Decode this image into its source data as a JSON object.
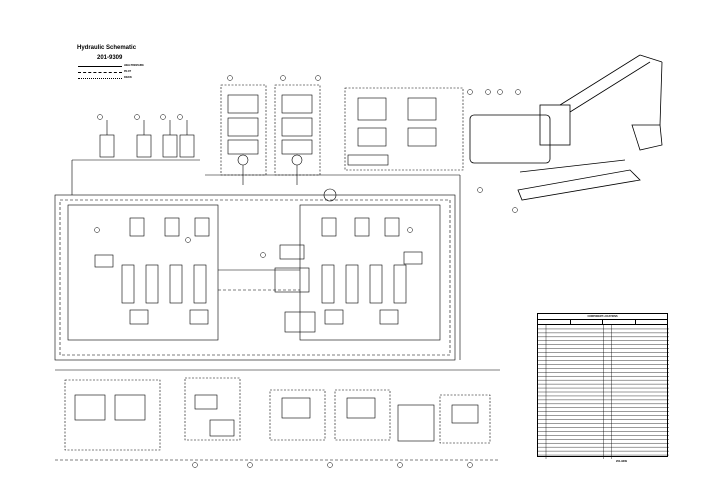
{
  "document": {
    "title": "Hydraulic Schematic",
    "subtitle": "201-9309"
  },
  "legend": {
    "items": [
      {
        "label": "HIGH PRESSURE"
      },
      {
        "label": "PILOT"
      },
      {
        "label": "DRAIN"
      }
    ]
  },
  "parts_table": {
    "title": "COMPONENT LOCATIONS",
    "columns": [
      "",
      "",
      "",
      ""
    ],
    "row_count": 34
  },
  "doc_number": "201-9309",
  "colors": {
    "line": "#000000",
    "background": "#ffffff"
  }
}
